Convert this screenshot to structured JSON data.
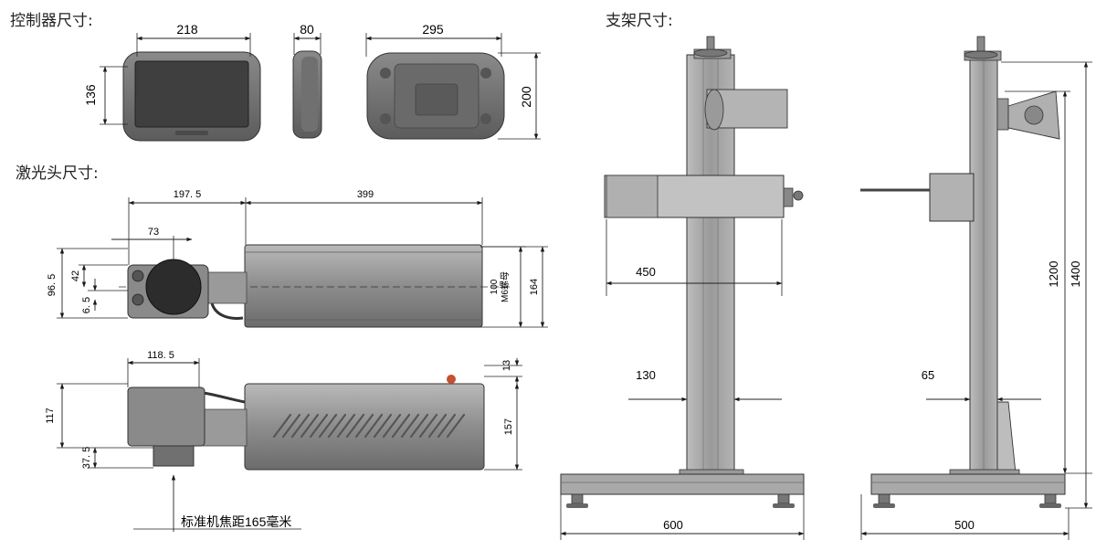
{
  "headings": {
    "controller": "控制器尺寸:",
    "laser_head": "激光头尺寸:",
    "stand": "支架尺寸:"
  },
  "controller": {
    "front_width": "218",
    "front_height": "136",
    "side_depth": "80",
    "back_width": "295",
    "back_height": "200"
  },
  "laser_head": {
    "top_total_front": "197. 5",
    "top_body_length": "399",
    "top_lens_offset": "73",
    "top_height_left": "96. 5",
    "top_height_mid": "42",
    "top_bottom_offset": "6. 5",
    "top_height_100": "100",
    "top_nut_note": "M6螺母",
    "top_height_164": "164",
    "side_front": "118. 5",
    "side_height_117": "117",
    "side_height_37_5": "37. 5",
    "side_knob": "13",
    "side_height_157": "157",
    "focal_note": "标准机焦距165毫米"
  },
  "stand": {
    "arm_reach": "450",
    "column_front": "130",
    "column_side": "65",
    "base_width_front": "600",
    "base_width_side": "500",
    "height_1200": "1200",
    "height_1400": "1400"
  },
  "colors": {
    "line": "#1a1a1a",
    "metal_dark": "#6e6e6e",
    "metal_mid": "#9c9c9c",
    "metal_light": "#c9c9c9",
    "screen": "#3f3f3f",
    "knob_red": "#c8502e"
  }
}
